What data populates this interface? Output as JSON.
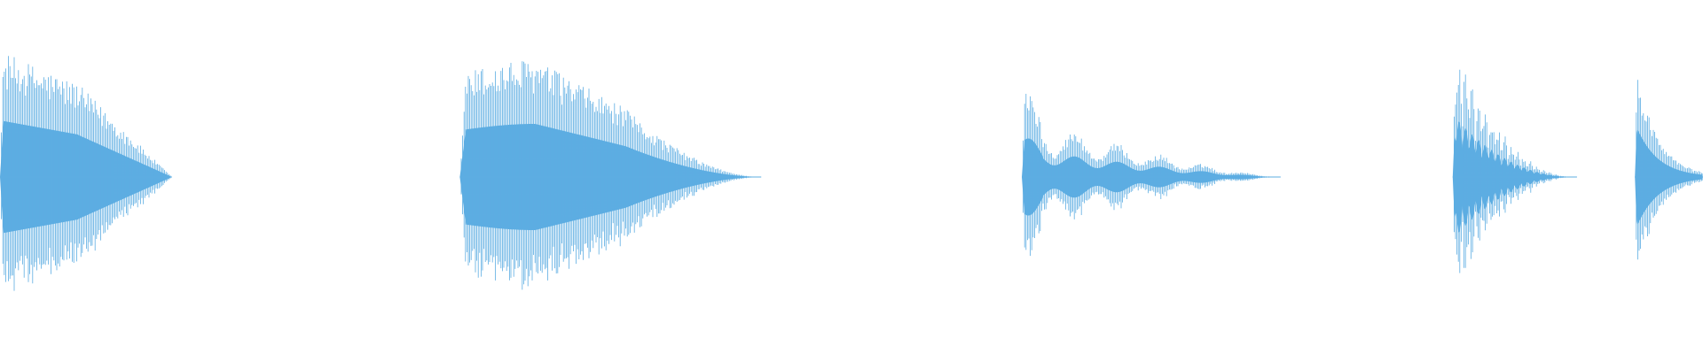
{
  "waveform": {
    "color": "#5dade2",
    "background": "#ffffff",
    "amplitude_max": 1.0,
    "clips": [
      {
        "id": "clip-1",
        "start_time_frac": 0.0,
        "end_time_frac": 0.101,
        "peak_amplitude": 0.98,
        "envelope": "fast-attack-smooth-decay"
      },
      {
        "id": "clip-2",
        "start_time_frac": 0.27,
        "end_time_frac": 0.447,
        "peak_amplitude": 0.92,
        "envelope": "slow-swell-long-decay"
      },
      {
        "id": "clip-3",
        "start_time_frac": 0.6,
        "end_time_frac": 0.752,
        "peak_amplitude": 0.8,
        "envelope": "sharp-attack-modulated-decay"
      },
      {
        "id": "clip-4",
        "start_time_frac": 0.853,
        "end_time_frac": 0.926,
        "peak_amplitude": 1.08,
        "envelope": "percussive-pulses"
      },
      {
        "id": "clip-5",
        "start_time_frac": 0.96,
        "end_time_frac": 1.0,
        "peak_amplitude": 0.94,
        "envelope": "sharp-attack-fast-decay"
      }
    ]
  }
}
